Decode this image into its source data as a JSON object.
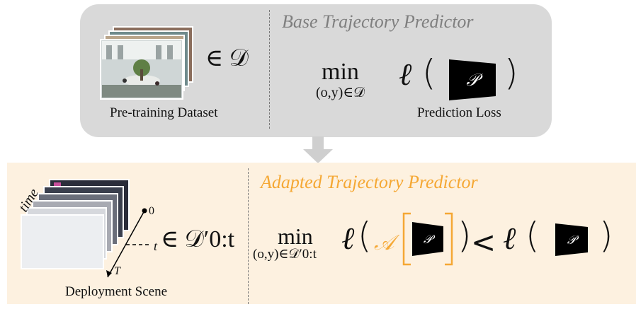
{
  "top": {
    "title": "Base Trajectory Predictor",
    "dataset_label": "Pre-training Dataset",
    "loss_label": "Prediction Loss",
    "element_of": "∈ 𝒟",
    "min": "min",
    "min_sub": "(o,y)∈𝒟",
    "loss_fn": "ℓ",
    "predictor_symbol": "𝒫"
  },
  "bottom": {
    "title": "Adapted Trajectory Predictor",
    "scene_label": "Deployment Scene",
    "time_label": "time",
    "axis_zero": "0",
    "axis_t": "t",
    "axis_T": "T",
    "element_of": "∈ 𝒟′0:t",
    "min": "min",
    "min_sub": "(o,y)∈𝒟′0:t",
    "loss_fn": "ℓ",
    "adapter_symbol": "𝒜",
    "less_than": "<",
    "predictor_symbol": "𝒫"
  },
  "colors": {
    "top_panel": "#d9d9d9",
    "bottom_panel": "#fdf1e0",
    "accent_orange": "#f5a834",
    "title_gray": "#7f7f7f"
  }
}
